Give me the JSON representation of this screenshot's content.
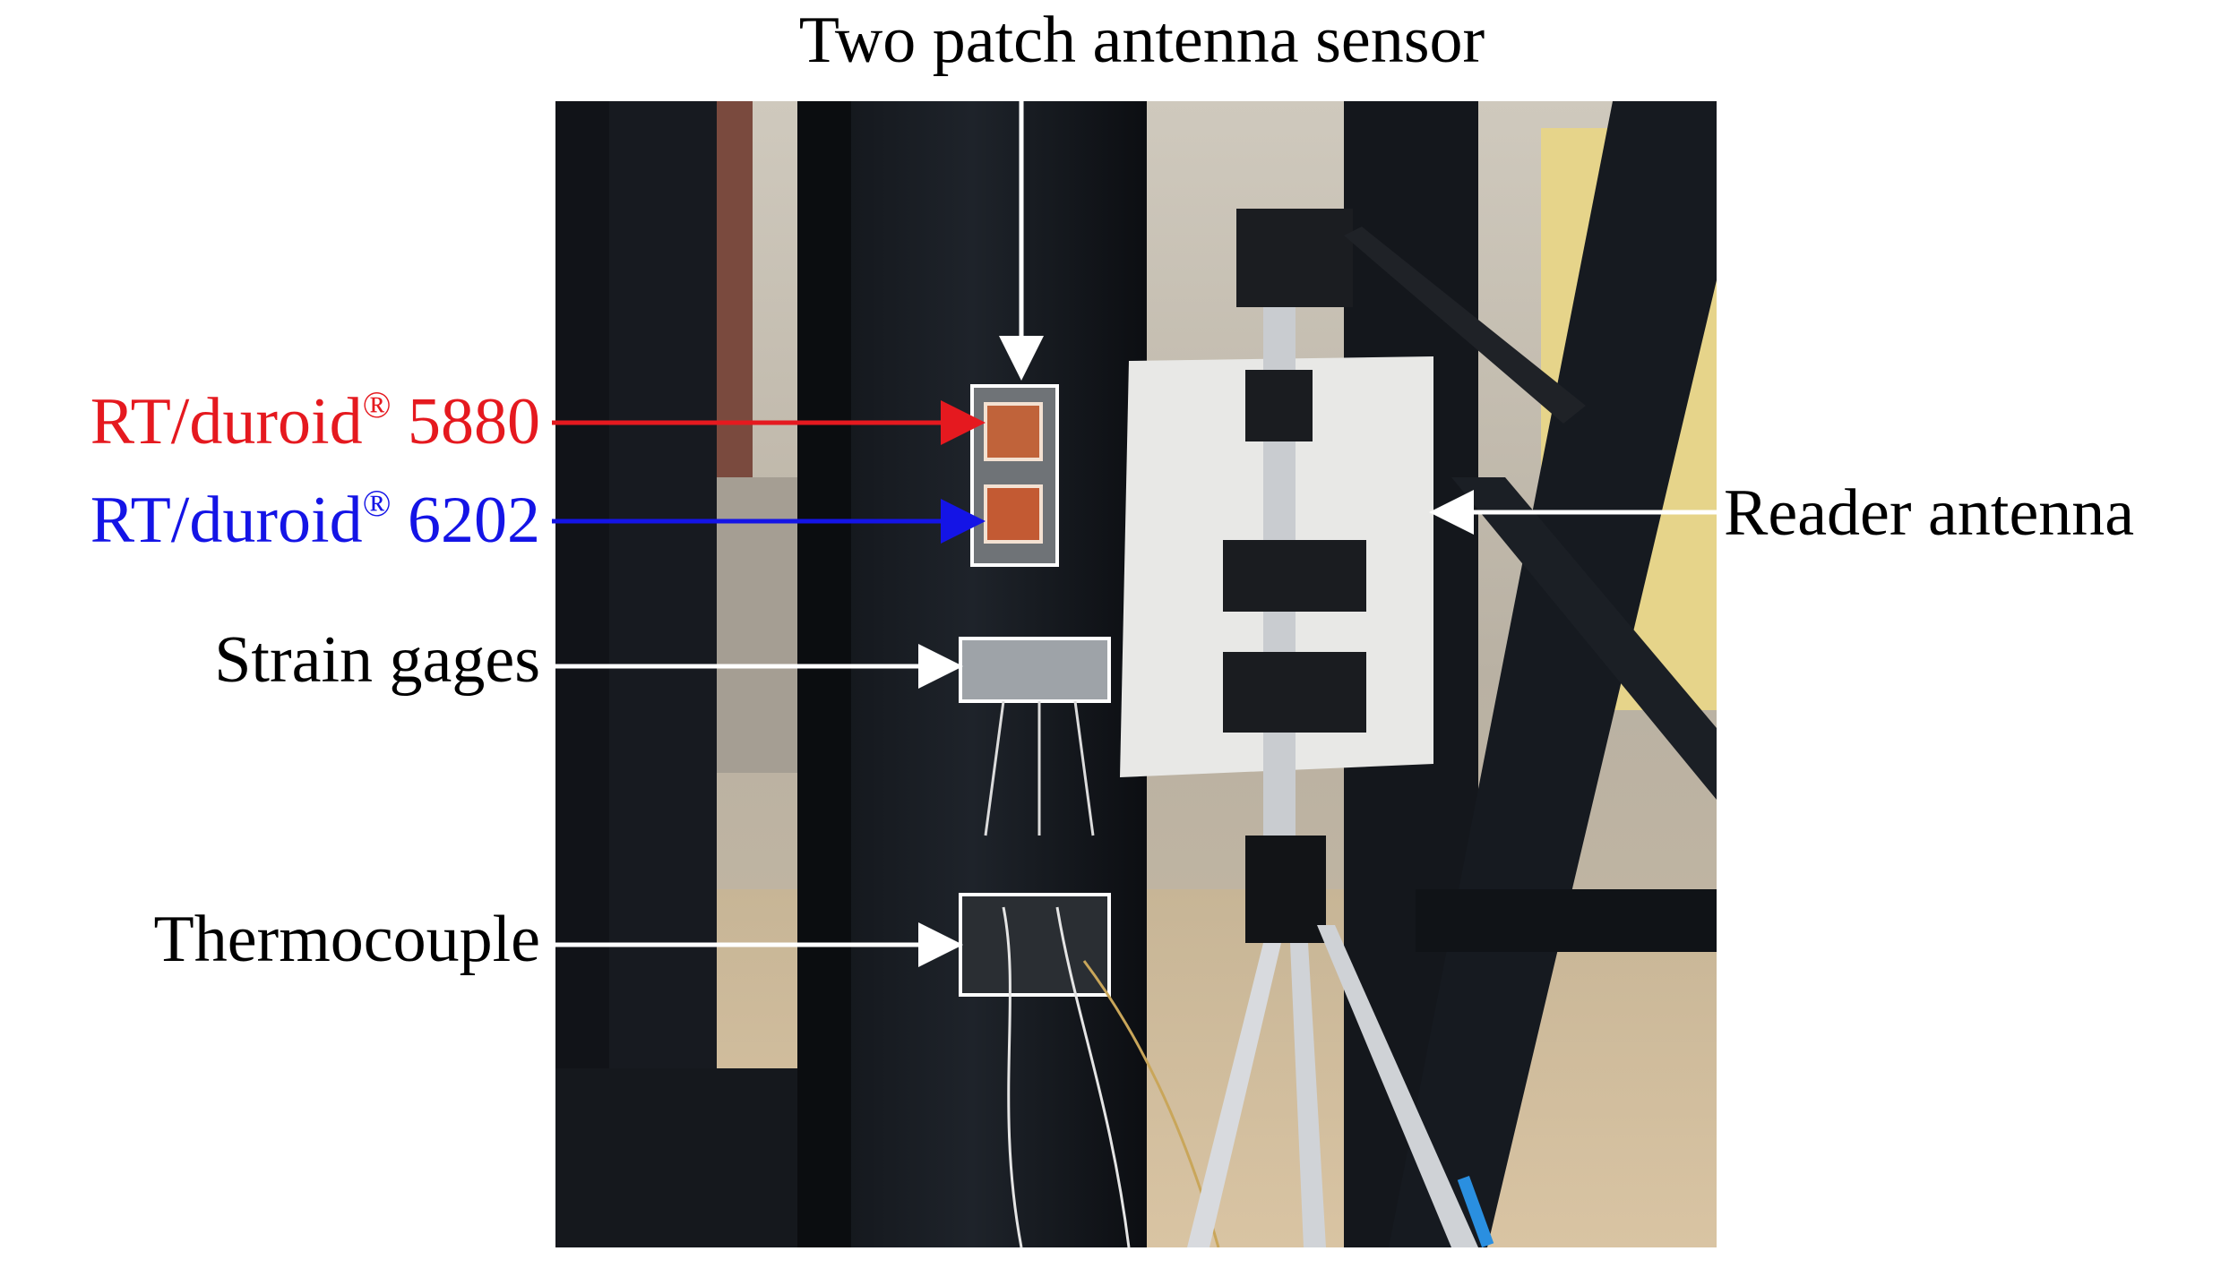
{
  "labels": {
    "top": "Two patch antenna sensor",
    "duroid5880_text": "RT/duroid",
    "duroid5880_mark": "®",
    "duroid5880_num": "5880",
    "duroid6202_text": "RT/duroid",
    "duroid6202_mark": "®",
    "duroid6202_num": "6202",
    "strain": "Strain gages",
    "thermo": "Thermocouple",
    "reader": "Reader antenna"
  },
  "colors": {
    "duroid5880": "#e5191f",
    "duroid6202": "#1414e6",
    "annotation": "#ffffff"
  }
}
